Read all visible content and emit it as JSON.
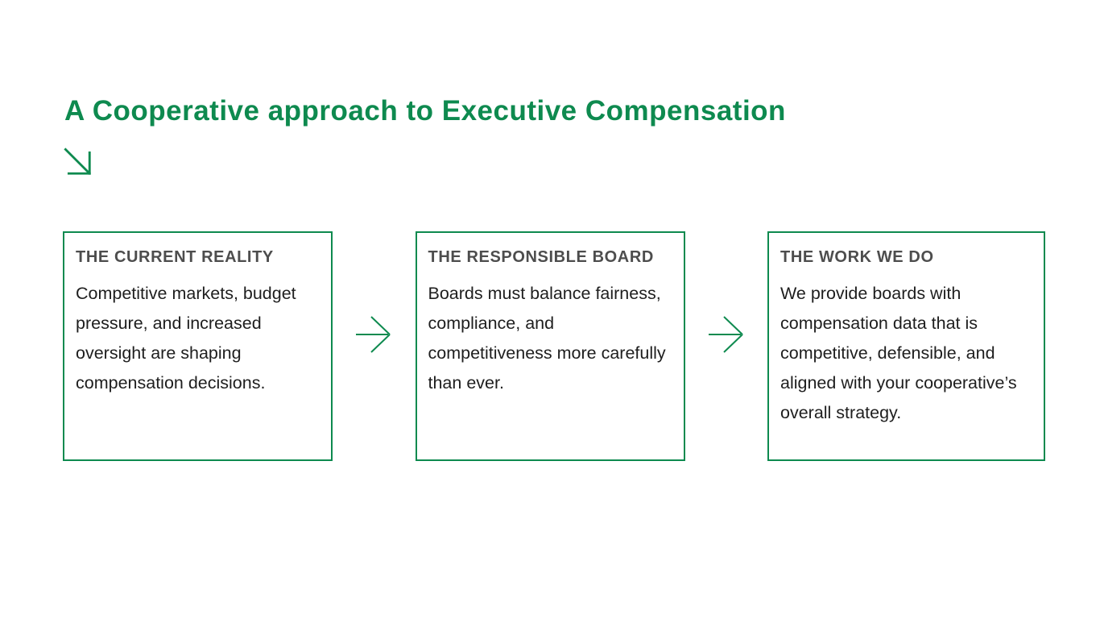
{
  "slide": {
    "title": "A Cooperative approach to Executive Compensation",
    "colors": {
      "accent_green": "#0E8A4F",
      "heading_gray": "#4D4D4D",
      "body_text": "#1E1E1E",
      "background": "#FFFFFF"
    },
    "icons": {
      "title_arrow": "arrow-down-right",
      "flow_arrow": "arrow-right"
    },
    "cards": [
      {
        "heading": "THE CURRENT REALITY",
        "body": "Competitive markets, budget pressure, and increased oversight are shaping compensation decisions."
      },
      {
        "heading": "THE RESPONSIBLE BOARD",
        "body": "Boards must balance fairness, compliance, and competitiveness more carefully than ever."
      },
      {
        "heading": "THE WORK WE DO",
        "body": "We provide boards with compensation data that is competitive, defensible, and aligned with your cooperative’s overall strategy."
      }
    ]
  }
}
